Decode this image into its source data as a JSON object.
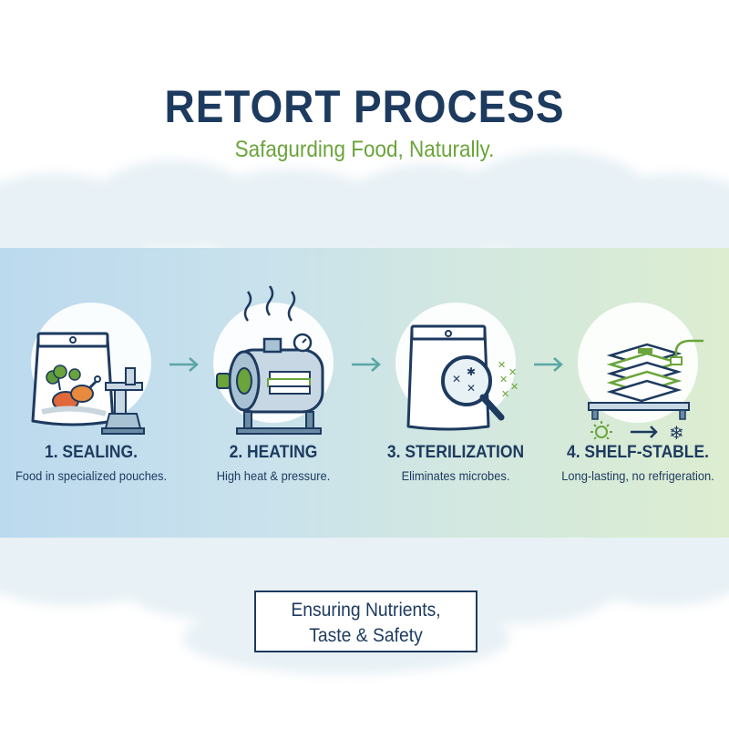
{
  "header": {
    "title": "RETORT PROCESS",
    "subtitle": "Safagurding Food, Naturally."
  },
  "colors": {
    "navy": "#1d3a5f",
    "green": "#6aa43a",
    "teal_arrow": "#5aa6a6"
  },
  "steps": [
    {
      "title": "1. SEALING.",
      "description": "Food in specialized pouches.",
      "icon": "sealed-pouch-icon"
    },
    {
      "title": "2. HEATING",
      "description": "High heat & pressure.",
      "icon": "retort-machine-icon"
    },
    {
      "title": "3. STERILIZATION",
      "description": "Eliminates microbes.",
      "icon": "magnifier-pouch-icon"
    },
    {
      "title": "4. SHELF-STABLE.",
      "description": "Long-lasting, no refrigeration.",
      "icon": "stacked-pouches-icon"
    }
  ],
  "footer": {
    "line1": "Ensuring Nutrients,",
    "line2": "Taste & Safety"
  }
}
